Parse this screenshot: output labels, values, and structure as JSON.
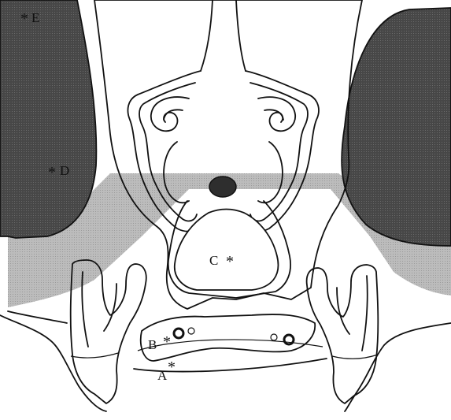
{
  "figure": {
    "labels": {
      "A": "A",
      "B": "B",
      "C": "C",
      "D": "D",
      "E": "E"
    },
    "marker": "*"
  },
  "colors": {
    "dark_region": "#4a4a4a",
    "gray_region": "#bdbdbd",
    "outline": "#111111",
    "background": "#ffffff"
  }
}
